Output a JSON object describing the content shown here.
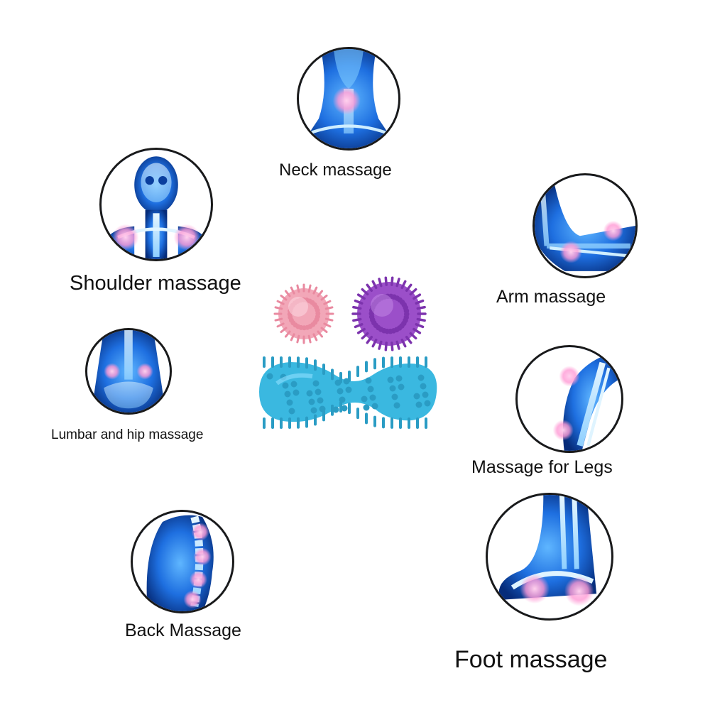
{
  "labels": {
    "neck": "Neck massage",
    "shoulder": "Shoulder massage",
    "arm": "Arm massage",
    "lumbar": "Lumbar and hip massage",
    "legs": "Massage for Legs",
    "back": "Back Massage",
    "foot": "Foot massage"
  },
  "colors": {
    "body_blue": "#1e6fe0",
    "deep_blue": "#0a3e9e",
    "glow_pink": "#ff9ad5",
    "ball_pink": "#f2a7b8",
    "ball_purple": "#9b4fc9",
    "roller_cyan": "#3ab8e0"
  },
  "icons": [
    "neck-xray-icon",
    "shoulder-xray-icon",
    "arm-xray-icon",
    "lumbar-xray-icon",
    "leg-xray-icon",
    "back-xray-icon",
    "foot-xray-icon",
    "pink-spiky-ball",
    "purple-spiky-ball",
    "cyan-peanut-roller"
  ]
}
